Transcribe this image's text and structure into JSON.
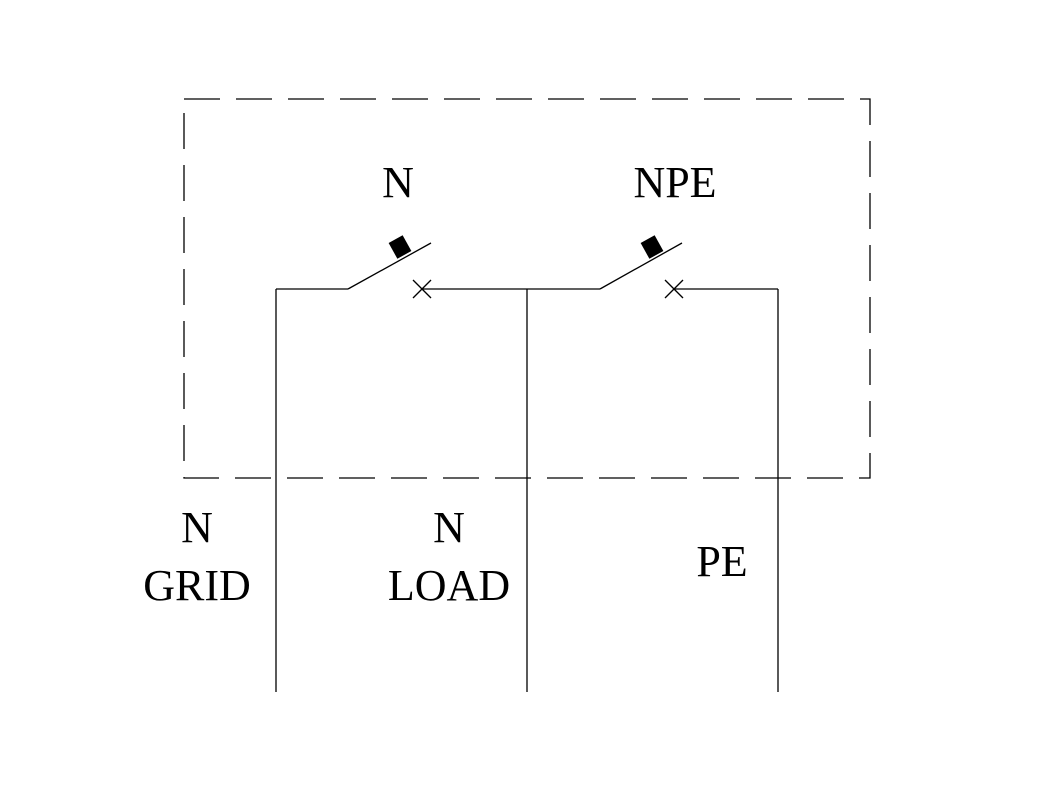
{
  "diagram": {
    "title": "",
    "enclosure": {
      "style": "dashed"
    },
    "switches": [
      {
        "id": "sw-n",
        "label": "N",
        "type": "circuit-breaker"
      },
      {
        "id": "sw-npe",
        "label": "NPE",
        "type": "circuit-breaker"
      }
    ],
    "terminals": [
      {
        "id": "n-grid",
        "label_line1": "N",
        "label_line2": "GRID"
      },
      {
        "id": "n-load",
        "label_line1": "N",
        "label_line2": "LOAD"
      },
      {
        "id": "pe",
        "label_line1": "PE",
        "label_line2": ""
      }
    ],
    "colors": {
      "line": "#000000",
      "background": "#ffffff"
    }
  }
}
